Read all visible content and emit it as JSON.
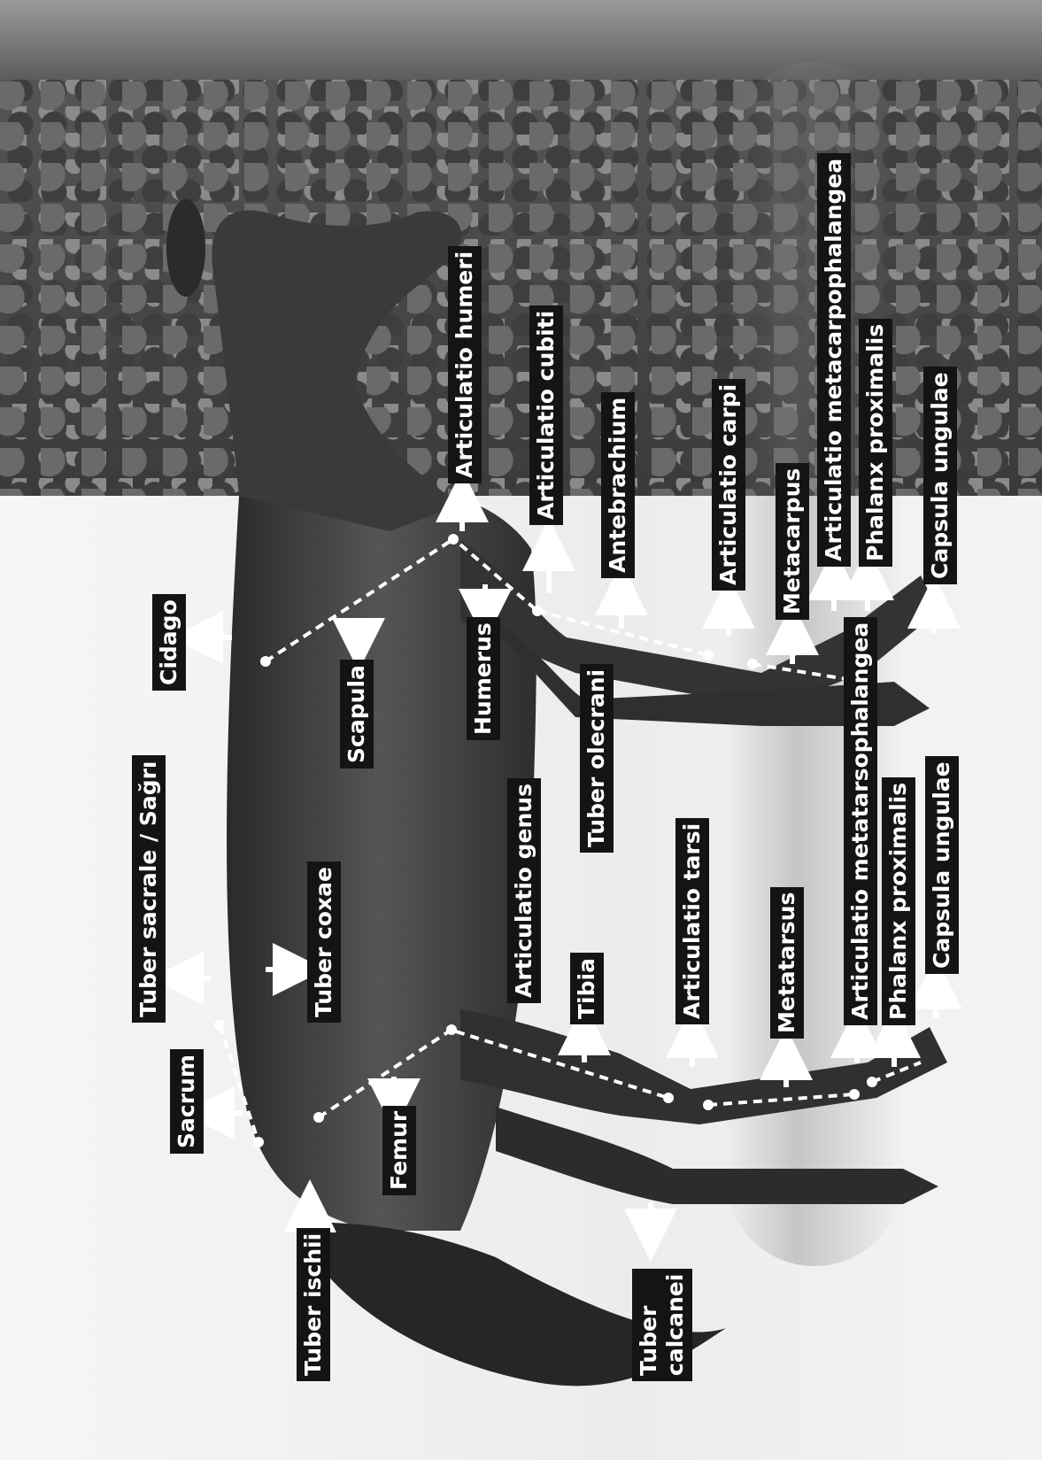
{
  "labels": {
    "tuber_ischii": "Tuber ischii",
    "sacrum": "Sacrum",
    "tuber_sacrale": "Tuber sacrale / Sağrı",
    "tuber_coxae": "Tuber coxae",
    "femur": "Femur",
    "cidago": "Cidago",
    "scapula": "Scapula",
    "humerus": "Humerus",
    "articulatio_humeri": "Articulatio humeri",
    "articulatio_genus": "Articulatio genus",
    "tuber_olecrani": "Tuber olecrani",
    "articulatio_cubiti": "Articulatio cubiti",
    "tibia": "Tibia",
    "tuber_calcanei_line1": "Tuber",
    "tuber_calcanei_line2": "calcanei",
    "antebrachium": "Antebrachium",
    "articulatio_tarsi": "Articulatio tarsi",
    "articulatio_carpi": "Articulatio carpi",
    "metatarsus": "Metatarsus",
    "metacarpus": "Metacarpus",
    "articulatio_metatarsophalangea": "Articulatio metatarsophalangea",
    "articulatio_metacarpophalangea": "Articulatio metacarpophalangea",
    "phalanx_proximalis_hind": "Phalanx proximalis",
    "phalanx_proximalis_fore": "Phalanx proximalis",
    "capsula_ungulae_hind": "Capsula ungulae",
    "capsula_ungulae_fore": "Capsula ungulae"
  },
  "colors": {
    "label_bg": "#141414",
    "label_text": "#ffffff",
    "marker": "#ffffff",
    "horse": "#3b3b3b"
  }
}
